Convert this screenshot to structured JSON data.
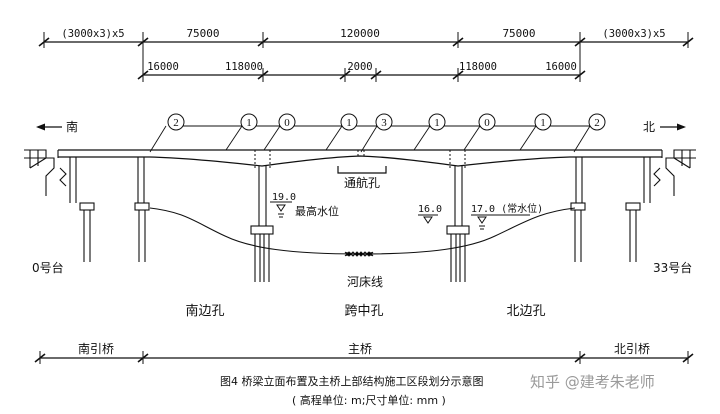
{
  "dimensions": {
    "top": [
      "(3000x3)x5",
      "75000",
      "120000",
      "75000",
      "(3000x3)x5"
    ],
    "bottom": [
      "16000",
      "118000",
      "2000",
      "118000",
      "16000"
    ]
  },
  "directions": {
    "south": "南",
    "north": "北"
  },
  "segment_markers": [
    "2",
    "1",
    "0",
    "1",
    "3",
    "1",
    "0",
    "1",
    "2"
  ],
  "labels": {
    "navigation_hole": "通航孔",
    "max_water_value": "19.0",
    "max_water_text": "最高水位",
    "water_16": "16.0",
    "normal_water": "17.0 (常水位)",
    "abutment_0": "0号台",
    "abutment_33": "33号台",
    "riverbed": "河床线",
    "south_span": "南边孔",
    "mid_span": "跨中孔",
    "north_span": "北边孔"
  },
  "bridge_parts": {
    "south_approach": "南引桥",
    "main": "主桥",
    "north_approach": "北引桥"
  },
  "caption": {
    "title": "图4  桥梁立面布置及主桥上部结构施工区段划分示意图",
    "units": "( 高程单位: m;尺寸单位: mm )"
  },
  "watermark": "知乎 @建考朱老师"
}
